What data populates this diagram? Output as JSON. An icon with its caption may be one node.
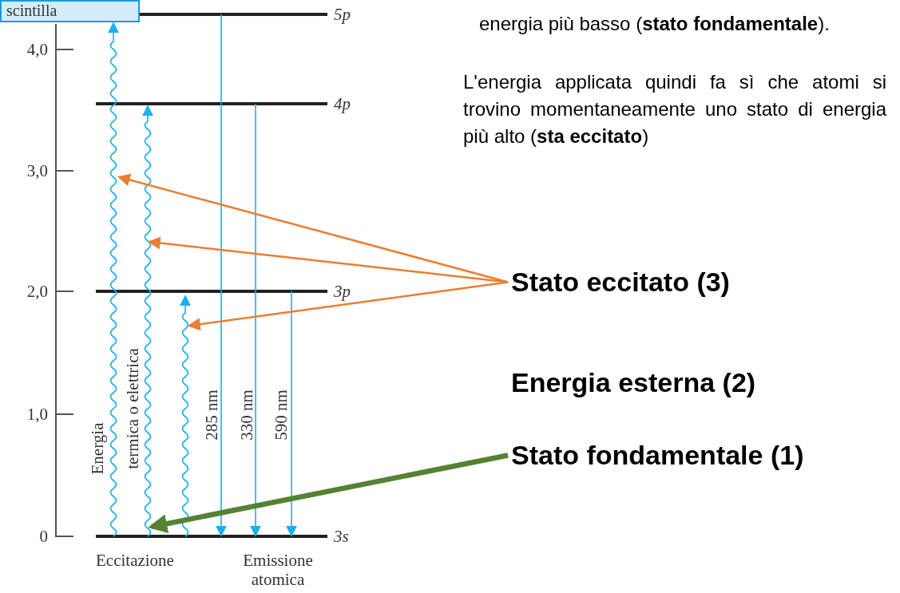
{
  "diagram": {
    "nodes": [
      {
        "text": [
          "scintilla"
        ]
      },
      {
        "text": [
          "Stato eccitato (3)"
        ]
      },
      {
        "text": [
          "Stato fondamentale (1)"
        ]
      }
    ],
    "edges": [
      {
        "from": 1,
        "to": null,
        "arrow": "to"
      },
      {
        "from": 1,
        "to": null,
        "arrow": "to"
      },
      {
        "from": 1,
        "to": null,
        "arrow": "to"
      },
      {
        "from": 2,
        "to": null,
        "arrow": "to",
        "style": "thick",
        "color": "#548235"
      },
      {
        "from": null,
        "to": 0,
        "arrow": "to",
        "color": "#1ab0ec"
      }
    ],
    "labels": [
      "energia più basso (**stato fondamentale**).",
      "L'energia applicata quindi fa sì che atomi si trovino momentaneamente uno stato di energia più alto (**sta eccitato**)",
      "Energia esterna (2)",
      "4,0",
      "3,0",
      "2,0",
      "1,0",
      "0",
      "5p",
      "4p",
      "3p",
      "3s",
      "Energia",
      "termica o elettrica",
      "285 nm",
      "330 nm",
      "590 nm",
      "Eccitazione",
      "Emissione atomica"
    ]
  }
}
